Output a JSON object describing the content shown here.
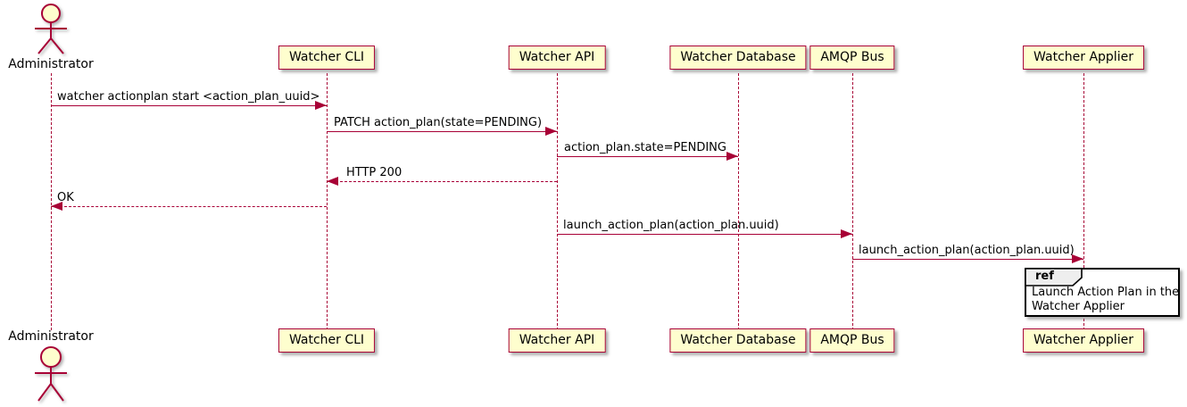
{
  "diagram": {
    "type": "uml-sequence",
    "colors": {
      "accent": "#A80036",
      "participant_fill": "#FEFECE",
      "ref_header_fill": "#EEEEEE",
      "ref_border": "#000000",
      "text": "#000000",
      "background": "#FFFFFF"
    },
    "actor": {
      "name": "Administrator"
    },
    "participants": [
      {
        "label": "Watcher CLI"
      },
      {
        "label": "Watcher API"
      },
      {
        "label": "Watcher Database"
      },
      {
        "label": "AMQP Bus"
      },
      {
        "label": "Watcher Applier"
      }
    ],
    "messages": [
      {
        "text": "watcher actionplan start <action_plan_uuid>",
        "from": "Administrator",
        "to": "Watcher CLI",
        "line": "solid",
        "direction": "right"
      },
      {
        "text": "PATCH action_plan(state=PENDING)",
        "from": "Watcher CLI",
        "to": "Watcher API",
        "line": "solid",
        "direction": "right"
      },
      {
        "text": "action_plan.state=PENDING",
        "from": "Watcher API",
        "to": "Watcher Database",
        "line": "solid",
        "direction": "right"
      },
      {
        "text": "HTTP 200",
        "from": "Watcher API",
        "to": "Watcher CLI",
        "line": "dashed",
        "direction": "left"
      },
      {
        "text": "OK",
        "from": "Watcher CLI",
        "to": "Administrator",
        "line": "dashed",
        "direction": "left"
      },
      {
        "text": "launch_action_plan(action_plan.uuid)",
        "from": "Watcher API",
        "to": "AMQP Bus",
        "line": "solid",
        "direction": "right"
      },
      {
        "text": "launch_action_plan(action_plan.uuid)",
        "from": "AMQP Bus",
        "to": "Watcher Applier",
        "line": "solid",
        "direction": "right"
      }
    ],
    "fragment": {
      "keyword": "ref",
      "over": "Watcher Applier",
      "text_lines": [
        "Launch Action Plan in the",
        "Watcher Applier"
      ]
    }
  }
}
